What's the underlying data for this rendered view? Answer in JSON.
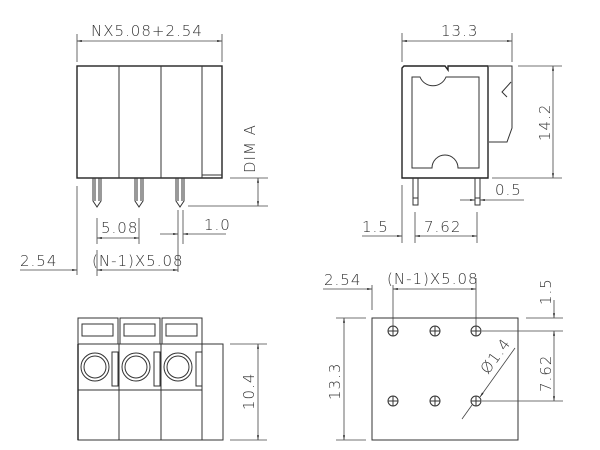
{
  "front_view": {
    "overall_width": "NX5.08+2.54",
    "dim_a": "DIM A",
    "pitch": "5.08",
    "pin_width": "1.0",
    "edge_offset": "2.54",
    "pin_span": "(N-1)X5.08"
  },
  "side_view": {
    "depth": "13.3",
    "height": "14.2",
    "pin_thickness": "0.5",
    "edge_offset": "1.5",
    "row_spacing": "7.62"
  },
  "top_view": {
    "height": "10.4"
  },
  "pcb_layout": {
    "edge_offset": "2.54",
    "pin_span": "(N-1)X5.08",
    "board_depth": "13.3",
    "top_offset": "1.5",
    "row_spacing": "7.62",
    "hole_diameter": "Ø1.4"
  }
}
